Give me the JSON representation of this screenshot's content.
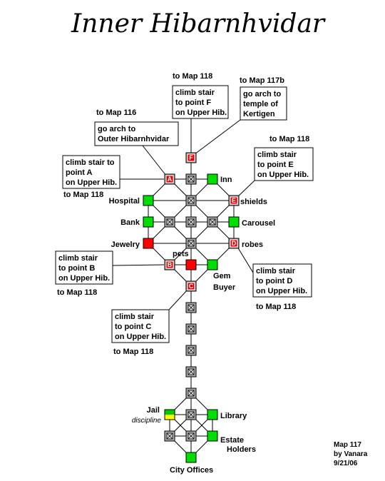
{
  "title": "Inner Hibarnhvidar",
  "colors": {
    "green": "#00dd00",
    "red": "#ff0000",
    "gray": "#a9a9a9",
    "stair": "#a0a0a0",
    "jail_top": "#00cc00",
    "jail_bottom": "#ffff00"
  },
  "nodes": [
    {
      "id": "F",
      "kind": "stair",
      "letter": "F"
    },
    {
      "id": "A",
      "kind": "stair",
      "letter": "A"
    },
    {
      "id": "n1",
      "kind": "gray"
    },
    {
      "id": "inn",
      "kind": "green",
      "label": "Inn"
    },
    {
      "id": "hospital",
      "kind": "green",
      "label": "Hospital"
    },
    {
      "id": "n2",
      "kind": "gray"
    },
    {
      "id": "E",
      "kind": "stair",
      "letter": "E",
      "label": "shields"
    },
    {
      "id": "bank",
      "kind": "green",
      "label": "Bank"
    },
    {
      "id": "n3",
      "kind": "gray"
    },
    {
      "id": "n4",
      "kind": "gray"
    },
    {
      "id": "n5",
      "kind": "gray"
    },
    {
      "id": "carousel",
      "kind": "green",
      "label": "Carousel"
    },
    {
      "id": "jewelry",
      "kind": "red",
      "label": "Jewelry"
    },
    {
      "id": "n6",
      "kind": "gray"
    },
    {
      "id": "D",
      "kind": "stair",
      "letter": "D",
      "label": "robes"
    },
    {
      "id": "B",
      "kind": "stair",
      "letter": "B"
    },
    {
      "id": "pets",
      "kind": "red",
      "label": "pets"
    },
    {
      "id": "gem",
      "kind": "green",
      "label": "Gem Buyer"
    },
    {
      "id": "C",
      "kind": "stair",
      "letter": "C"
    },
    {
      "id": "s1",
      "kind": "gray"
    },
    {
      "id": "s2",
      "kind": "gray"
    },
    {
      "id": "s3",
      "kind": "gray"
    },
    {
      "id": "s4",
      "kind": "gray"
    },
    {
      "id": "s5",
      "kind": "gray"
    },
    {
      "id": "jail",
      "kind": "jail",
      "label": "Jail",
      "sublabel": "discipline"
    },
    {
      "id": "b1",
      "kind": "gray"
    },
    {
      "id": "library",
      "kind": "green",
      "label": "Library"
    },
    {
      "id": "b2",
      "kind": "gray"
    },
    {
      "id": "b3",
      "kind": "gray"
    },
    {
      "id": "estate",
      "kind": "green",
      "label": "Estate Holders"
    },
    {
      "id": "city",
      "kind": "green",
      "label": "City Offices"
    }
  ],
  "boxes": [
    {
      "id": "box-F",
      "lines": [
        "climb stair",
        "to point F",
        "on Upper Hib."
      ],
      "dest": "to Map 118"
    },
    {
      "id": "box-117b",
      "lines": [
        "go arch to",
        "temple of",
        "Kertigen"
      ],
      "dest": "to Map 117b"
    },
    {
      "id": "box-outer",
      "lines": [
        "go arch to",
        "Outer Hibarnhvidar"
      ],
      "dest": "to Map 116"
    },
    {
      "id": "box-A",
      "lines": [
        "climb stair to",
        "point A",
        "on Upper Hib."
      ],
      "dest": "to Map 118"
    },
    {
      "id": "box-E",
      "lines": [
        "climb stair",
        "to point E",
        "on Upper Hib."
      ],
      "dest": "to Map 118"
    },
    {
      "id": "box-B",
      "lines": [
        "climb stair",
        "to point B",
        "on Upper Hib."
      ],
      "dest": "to Map 118"
    },
    {
      "id": "box-D",
      "lines": [
        "climb stair",
        "to point D",
        "on Upper Hib."
      ],
      "dest": "to Map 118"
    },
    {
      "id": "box-C",
      "lines": [
        "climb stair",
        "to point C",
        "on Upper Hib."
      ],
      "dest": "to Map 118"
    }
  ],
  "credits": [
    "Map 117",
    "by Vanara",
    "9/21/06"
  ]
}
